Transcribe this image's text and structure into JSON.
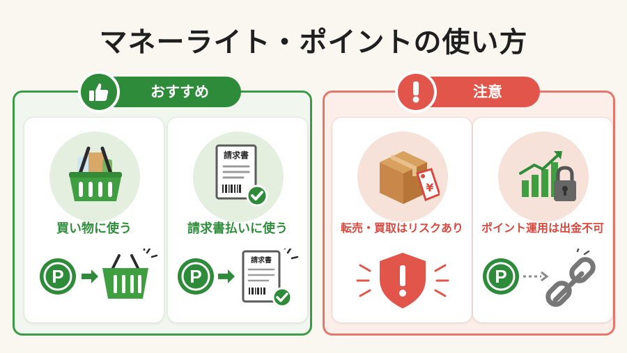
{
  "title": "マネーライト・ポイントの使い方",
  "recommend": {
    "header": "おすすめ",
    "header_icon": "thumbs-up-icon",
    "cards": [
      {
        "caption": "買い物に使う",
        "icon": "shopping-basket-icon"
      },
      {
        "caption": "請求書払いに使う",
        "icon": "invoice-icon",
        "doc_label": "請求書"
      }
    ]
  },
  "caution": {
    "header": "注意",
    "header_icon": "exclamation-icon",
    "cards": [
      {
        "caption": "転売・買取はリスクあり",
        "icon": "package-price-tag-icon",
        "tag_text": "¥"
      },
      {
        "caption": "ポイント運用は出金不可",
        "icon": "growth-chart-lock-icon"
      }
    ]
  },
  "point_symbol": "P",
  "colors": {
    "green": "#2e8b3a",
    "red": "#e2554a",
    "background": "#faf7f1"
  }
}
